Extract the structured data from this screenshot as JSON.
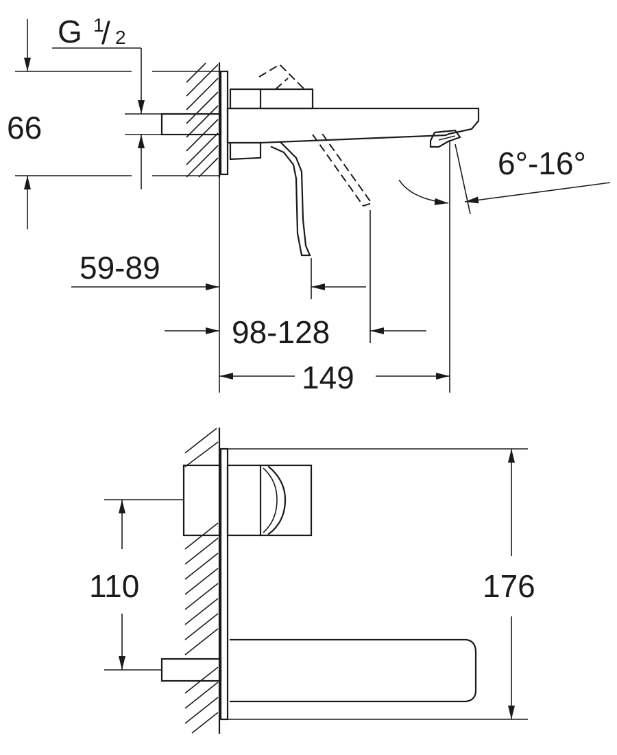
{
  "dimensions": {
    "thread_letter": "G",
    "thread_num": "1",
    "thread_slash": "/",
    "thread_den": "2",
    "height_outlet": "66",
    "wall_projection_range": "59-89",
    "spout_reach_range": "98-128",
    "total_depth": "149",
    "outlet_angle": "6°-16°",
    "center_distance": "110",
    "total_height": "176"
  }
}
